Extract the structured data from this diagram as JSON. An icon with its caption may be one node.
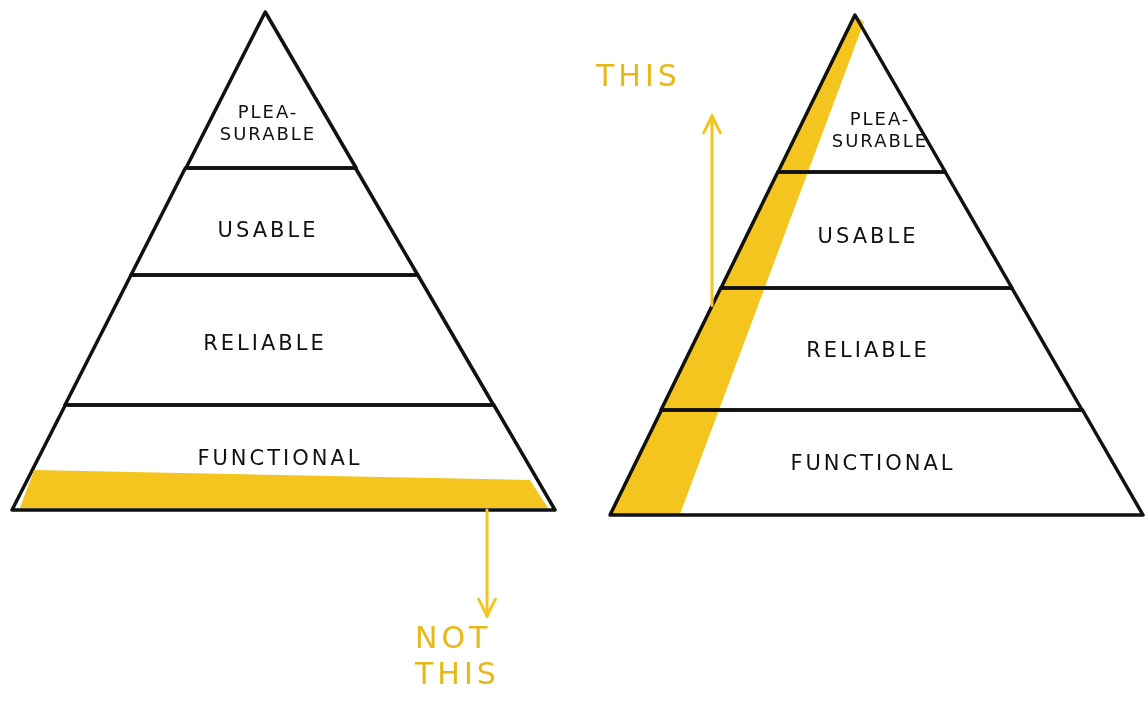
{
  "diagram": {
    "nodes": [
      {
        "text": [
          "PLEA- SURABLE"
        ]
      },
      {
        "text": [
          "USABLE"
        ]
      },
      {
        "text": [
          "RELIABLE"
        ]
      },
      {
        "text": [
          "FUNCTIONAL"
        ]
      },
      {
        "text": [],
        "shape": "bar",
        "in": 3
      },
      {
        "text": [
          "NOT THIS"
        ]
      },
      {
        "text": [
          "THIS"
        ]
      },
      {
        "text": [
          "PLEA- SURABLE"
        ]
      },
      {
        "text": [
          "USABLE"
        ]
      },
      {
        "text": [
          "RELIABLE"
        ]
      },
      {
        "text": [
          "FUNCTIONAL"
        ]
      },
      {
        "text": [],
        "shape": "bar"
      }
    ],
    "edges": [
      {
        "from": 4,
        "to": 5,
        "arrow": "to"
      },
      {
        "from": 11,
        "to": 6,
        "arrow": "to"
      }
    ]
  }
}
